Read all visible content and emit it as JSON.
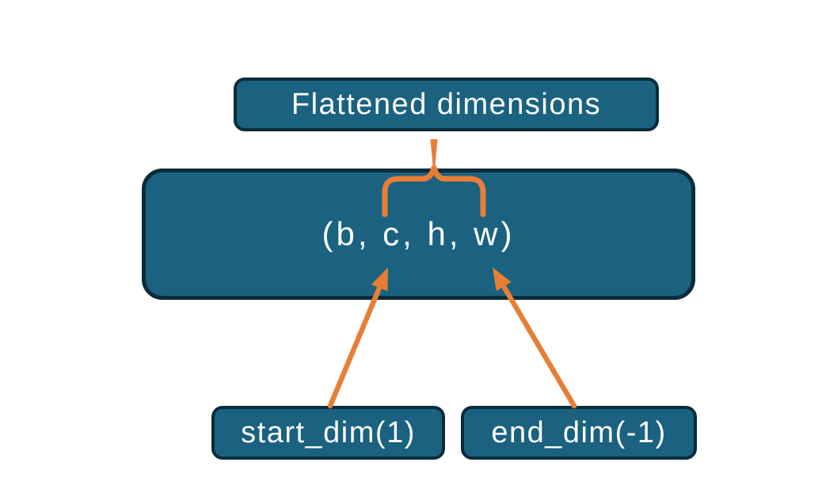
{
  "diagram": {
    "boxes": {
      "flattened": {
        "label": "Flattened dimensions"
      },
      "tensor": {
        "label": "(b, c, h, w)"
      },
      "start_dim": {
        "label": "start_dim(1)"
      },
      "end_dim": {
        "label": "end_dim(-1)"
      }
    },
    "connectors": {
      "brace": "brace spanning c-h-w dims linking tensor box to Flattened dimensions label",
      "start_arrow": "arrow from start_dim(1) box to dim c",
      "end_arrow": "arrow from end_dim(-1) box to dim w"
    },
    "colors": {
      "box_fill": "#1B6180",
      "box_border": "#0A2C3A",
      "connector": "#E87E35",
      "label_text": "#FBFDFD",
      "background": "#FFFFFF"
    }
  }
}
